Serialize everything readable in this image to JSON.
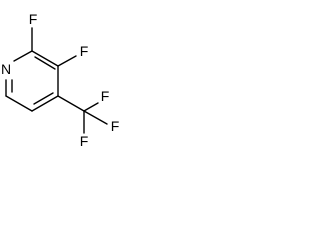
{
  "molecule": {
    "atoms": {
      "nitrogen": "N",
      "fluorine_c2": "F",
      "fluorine_c3": "F",
      "cf3_fluorine_top": "F",
      "cf3_fluorine_right": "F",
      "cf3_fluorine_bottom": "F"
    }
  }
}
